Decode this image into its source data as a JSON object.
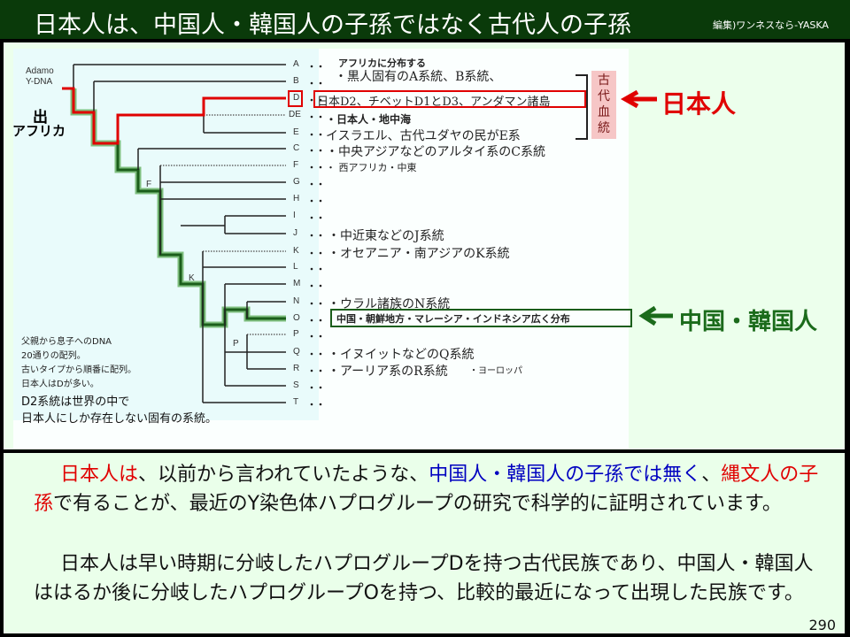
{
  "header": {
    "title": "日本人は、中国人・韓国人の子孫ではなく古代人の子孫",
    "credit": "編集)ワンネスなら-YASKA"
  },
  "diagram": {
    "root_label_1": "Adamo",
    "root_label_2": "Y-DNA",
    "out_of_africa_1": "出",
    "out_of_africa_2": "アフリカ",
    "haplogroups": [
      "A",
      "B",
      "D",
      "DE",
      "E",
      "C",
      "F",
      "G",
      "H",
      "I",
      "J",
      "K",
      "L",
      "M",
      "N",
      "O",
      "P",
      "Q",
      "R",
      "S",
      "T"
    ],
    "node_labels": {
      "f": "F",
      "k": "K",
      "p": "P"
    },
    "notes": {
      "africa": "アフリカに分布する",
      "ab": "・黒人固有のA系統、B系統、",
      "d": "日本D2、チベットD1とD3、アンダマン諸島",
      "de": "・日本人・地中海",
      "e": "イスラエル、古代ユダヤの民がE系",
      "c": "・中央アジアなどのアルタイ系のC系統",
      "f": "・ 西アフリカ・中東",
      "j": "・中近東などのJ系統",
      "k": "・オセアニア・南アジアのK系統",
      "n": "・ウラル諸族のN系統",
      "o": "中国・朝鮮地方・マレーシア・インドネシア広く分布",
      "q": "・イヌイットなどのQ系統",
      "r": "・アーリア系のR系統",
      "r_extra": "・ヨーロッパ"
    },
    "ancient_lineage": [
      "古",
      "代",
      "血",
      "統"
    ],
    "japanese_callout": "日本人",
    "chinese_korean_callout": "中国・韓国人",
    "legend_lines": [
      "父親から息子へのDNA",
      "20通りの配列。",
      "古いタイプから順番に配列。",
      "日本人はDが多い。"
    ],
    "d2_note_1": "D2系統は世界の中で",
    "d2_note_2": "日本人にしか存在しない固有の系統。",
    "colors": {
      "japanese": "#e00000",
      "chinese": "#006400",
      "title_bg": "#0a3a0a"
    }
  },
  "body": {
    "p1_red1": "日本人は",
    "p1_a": "、以前から言われていたような、",
    "p1_blue": "中国人・韓国人の子孫では無く",
    "p1_b": "、",
    "p1_red2": "縄文人の子孫",
    "p1_c": "で有ることが、最近のY染色体ハプログループの研究で科学的に証明されています。",
    "p2": "日本人は早い時期に分岐したハプログループDを持つ古代民族であり、中国人・韓国人ははるか後に分岐したハプログループOを持つ、比較的最近になって出現した民族です。"
  },
  "page_number": "290"
}
